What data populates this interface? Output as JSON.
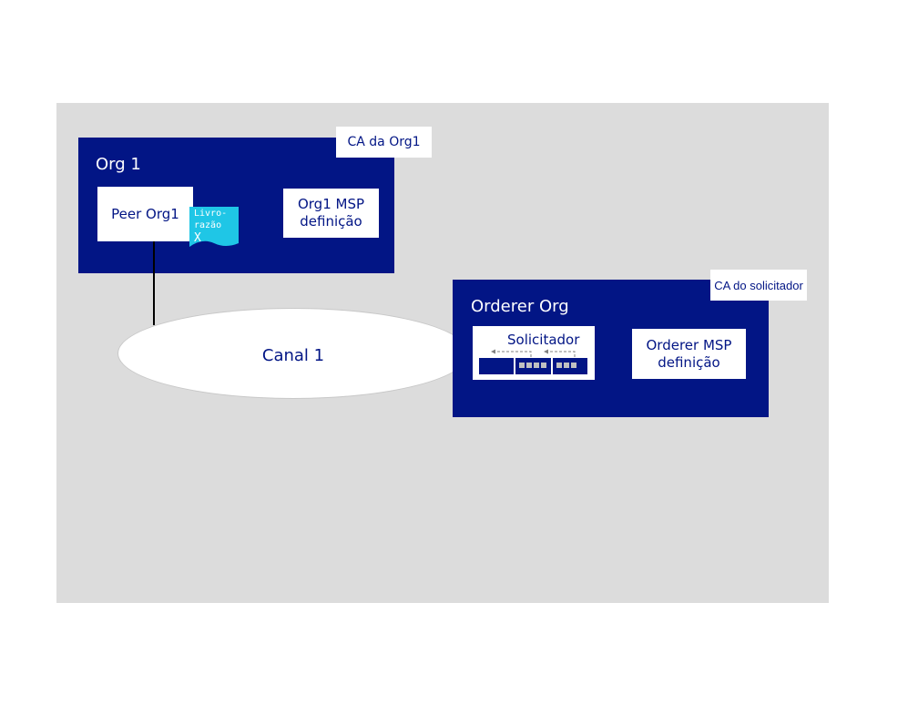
{
  "org1": {
    "title": "Org 1",
    "ca_label": "CA da Org1",
    "peer_label": "Peer Org1",
    "ledger": {
      "line1": "Livro-",
      "line2": "razão",
      "line3": "X"
    },
    "msp_line1": "Org1 MSP",
    "msp_line2": "definição"
  },
  "channel": {
    "label": "Canal 1"
  },
  "orderer_org": {
    "title": "Orderer Org",
    "ca_label": "CA do solicitador",
    "orderer_label": "Solicitador",
    "msp_line1": "Orderer MSP",
    "msp_line2": "definição"
  },
  "colors": {
    "org_blue": "#021585",
    "background_gray": "#dcdcdc",
    "ledger_cyan": "#1fc6e6"
  }
}
